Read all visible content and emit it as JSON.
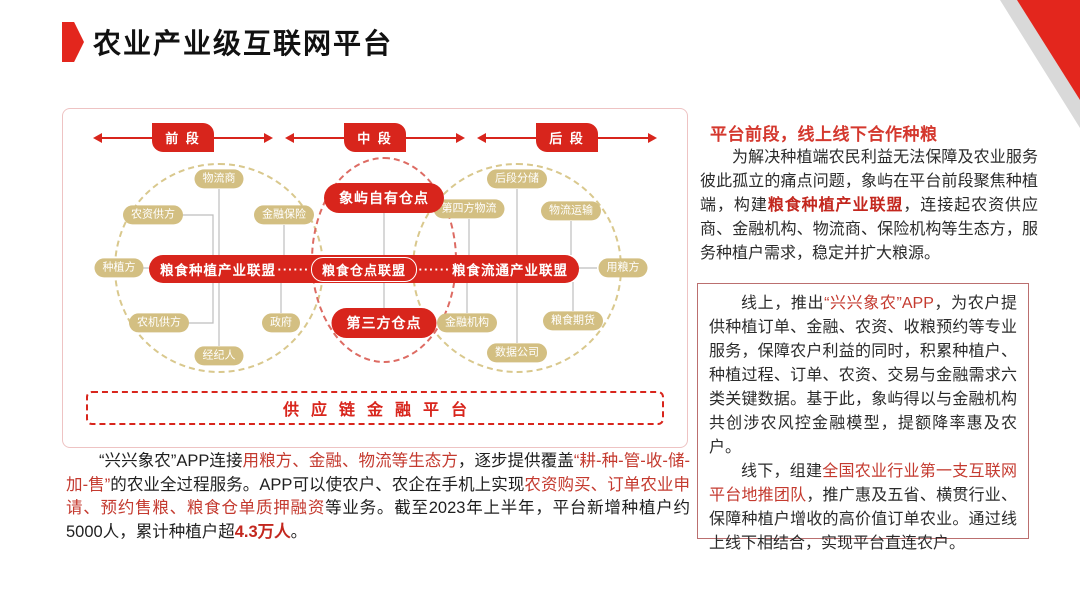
{
  "slide": {
    "title": "农业产业级互联网平台"
  },
  "diagram": {
    "segments": [
      "前 段",
      "中 段",
      "后 段"
    ],
    "band": {
      "left": "粮食种植产业联盟",
      "center": "粮食仓点联盟",
      "right": "粮食流通产业联盟",
      "dots": "······"
    },
    "left_nodes": [
      "物流商",
      "农资供方",
      "金融保险",
      "种植方",
      "农机供方",
      "政府",
      "经纪人"
    ],
    "middle_pills": [
      "象屿自有仓点",
      "第三方仓点"
    ],
    "right_nodes": [
      "后段分储",
      "第四方物流",
      "物流运输",
      "用粮方",
      "金融机构",
      "粮食期货",
      "数据公司"
    ],
    "bottom_bar": "供应链金融平台"
  },
  "left_text": [
    {
      "t": "“兴兴象农”APP连接"
    },
    {
      "t": "用粮方、金融、物流等生态方",
      "c": "rd"
    },
    {
      "t": "，逐步提供覆盖"
    },
    {
      "t": "“耕-种-管-收-储-加-售”",
      "c": "rd"
    },
    {
      "t": "的农业全过程服务。APP可以使农户、农企在手机上实现"
    },
    {
      "t": "农资购买、订单农业申请、预约售粮、粮食仓单质押融资",
      "c": "rd"
    },
    {
      "t": "等业务。截至2023年上半年，平台新增种植户约5000人，累计种植户超"
    },
    {
      "t": "4.3万人",
      "c": "rb"
    },
    {
      "t": "。"
    }
  ],
  "right_column": {
    "heading": "平台前段，线上线下合作种粮",
    "para1": [
      {
        "t": "为解决种植端农民利益无法保障及农业服务彼此孤立的痛点问题，象屿在平台前段聚焦种植端，构建"
      },
      {
        "t": "粮食种植产业联盟",
        "c": "rb"
      },
      {
        "t": "，连接起农资供应商、金融机构、物流商、保险机构等生态方，服务种植户需求，稳定并扩大粮源。"
      }
    ],
    "box_para1": [
      {
        "t": "线上，推出"
      },
      {
        "t": "“兴兴象农”APP",
        "c": "rd"
      },
      {
        "t": "，为农户提供种植订单、金融、农资、收粮预约等专业服务，保障农户利益的同时，积累种植户、种植过程、订单、农资、交易与金融需求六类关键数据。基于此，象屿得以与金融机构共创涉农风控金融模型，提额降率惠及农户。"
      }
    ],
    "box_para2": [
      {
        "t": "线下，组建"
      },
      {
        "t": "全国农业行业第一支互联网平台地推团队",
        "c": "rd"
      },
      {
        "t": "，推广惠及五省、横贯行业、保障种植户增收的高价值订单农业。通过线上线下相结合，实现平台直连农户。"
      }
    ]
  }
}
